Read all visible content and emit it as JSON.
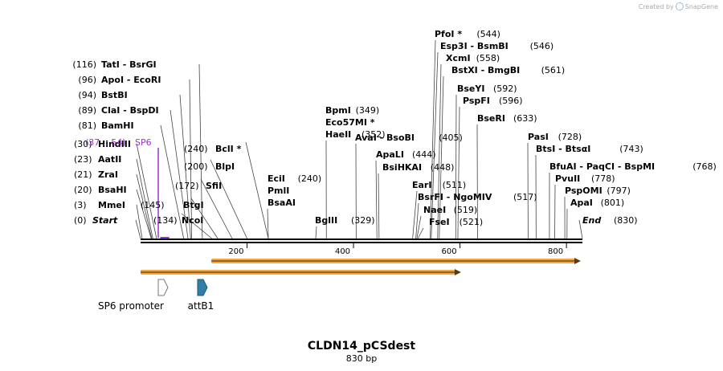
{
  "header": {
    "credit_prefix": "Created by",
    "credit_brand": "SnapGene",
    "logo_icon": "snapgene-logo-icon"
  },
  "map": {
    "name": "CLDN14_pCSdest",
    "length_label": "830 bp",
    "total_bp": 830,
    "ruler_ticks": [
      "200",
      "400",
      "600",
      "800"
    ],
    "ruler_tick_values": [
      200,
      400,
      600,
      800
    ],
    "start_label": "Start",
    "start_pos": "(0)",
    "end_label": "End",
    "end_pos": "(830)",
    "colors": {
      "text": "#000000",
      "line": "#444444",
      "primer": "#9933cc",
      "orf_fill": "#f4a640",
      "orf_outline": "#5a3a10",
      "feature_promoter": "#ffffff",
      "feature_att": "#2f7fa6"
    }
  },
  "sites": [
    {
      "bp": 3,
      "col": "left",
      "label": "MmeI",
      "pos": "(3)"
    },
    {
      "bp": 20,
      "col": "left",
      "label": "BsaHI",
      "pos": "(20)"
    },
    {
      "bp": 21,
      "col": "left",
      "label": "ZraI",
      "pos": "(21)"
    },
    {
      "bp": 23,
      "col": "left",
      "label": "AatII",
      "pos": "(23)"
    },
    {
      "bp": 30,
      "col": "left",
      "label": "HindIII",
      "pos": "(30)"
    },
    {
      "bp": 81,
      "col": "left",
      "label": "BamHI",
      "pos": "(81)"
    },
    {
      "bp": 89,
      "col": "left",
      "label": "ClaI  - BspDI",
      "pos": "(89)"
    },
    {
      "bp": 94,
      "col": "left",
      "label": "BstBI",
      "pos": "(94)"
    },
    {
      "bp": 96,
      "col": "left",
      "label": "ApoI  - EcoRI",
      "pos": "(96)"
    },
    {
      "bp": 116,
      "col": "left",
      "label": "TatI  - BsrGI",
      "pos": "(116)"
    },
    {
      "bp": 134,
      "col": "right",
      "label": "NcoI",
      "pos": "(134)"
    },
    {
      "bp": 145,
      "col": "right",
      "label": "BtgI",
      "pos": "(145)"
    },
    {
      "bp": 172,
      "col": "right",
      "label": "SfiI",
      "pos": "(172)"
    },
    {
      "bp": 200,
      "col": "right",
      "label": "BlpI",
      "pos": "(200)"
    },
    {
      "bp": 240,
      "col": "right",
      "label": "BclI *",
      "pos": "(240)"
    },
    {
      "bp": 240,
      "col": "left",
      "label": "BsaAI",
      "pos": ""
    },
    {
      "bp": 240,
      "col": "left",
      "label": "PmlI",
      "pos": ""
    },
    {
      "bp": 240,
      "col": "left",
      "label": "EciI",
      "pos": "(240)"
    },
    {
      "bp": 329,
      "col": "left",
      "label": "BglII",
      "pos": "(329)"
    },
    {
      "bp": 349,
      "col": "left",
      "label": "HaeII",
      "pos": "(352)"
    },
    {
      "bp": 349,
      "col": "left",
      "label": "Eco57MI *",
      "pos": ""
    },
    {
      "bp": 349,
      "col": "left",
      "label": "BpmI",
      "pos": "(349)"
    },
    {
      "bp": 405,
      "col": "left",
      "label": "AvaI  - BsoBI",
      "pos": "(405)"
    },
    {
      "bp": 444,
      "col": "left",
      "label": "ApaLI",
      "pos": "(444)"
    },
    {
      "bp": 448,
      "col": "left",
      "label": "BsiHKAI",
      "pos": "(448)"
    },
    {
      "bp": 511,
      "col": "left",
      "label": "EarI",
      "pos": "(511)"
    },
    {
      "bp": 517,
      "col": "left",
      "label": "BsrFI  - NgoMIV",
      "pos": "(517)"
    },
    {
      "bp": 519,
      "col": "left",
      "label": "NaeI",
      "pos": "(519)"
    },
    {
      "bp": 521,
      "col": "left",
      "label": "FseI",
      "pos": "(521)"
    },
    {
      "bp": 544,
      "col": "left",
      "label": "PfoI *",
      "pos": "(544)"
    },
    {
      "bp": 546,
      "col": "left",
      "label": "Esp3I  - BsmBI",
      "pos": "(546)"
    },
    {
      "bp": 558,
      "col": "left",
      "label": "XcmI",
      "pos": "(558)"
    },
    {
      "bp": 561,
      "col": "left",
      "label": "BstXI  - BmgBI",
      "pos": "(561)"
    },
    {
      "bp": 592,
      "col": "left",
      "label": "BseYI",
      "pos": "(592)"
    },
    {
      "bp": 596,
      "col": "left",
      "label": "PspFI",
      "pos": "(596)"
    },
    {
      "bp": 633,
      "col": "left",
      "label": "BseRI",
      "pos": "(633)"
    },
    {
      "bp": 728,
      "col": "left",
      "label": "PasI",
      "pos": "(728)"
    },
    {
      "bp": 743,
      "col": "left",
      "label": "BtsI  - BtsαI",
      "pos": "(743)"
    },
    {
      "bp": 768,
      "col": "left",
      "label": "BfuAI  - PaqCI  - BspMI",
      "pos": "(768)"
    },
    {
      "bp": 778,
      "col": "left",
      "label": "PvuII",
      "pos": "(778)"
    },
    {
      "bp": 797,
      "col": "left",
      "label": "PspOMI",
      "pos": "(797)"
    },
    {
      "bp": 801,
      "col": "left",
      "label": "ApaI",
      "pos": "(801)"
    }
  ],
  "primers": [
    {
      "label": "SP6",
      "range": "(37 .. 54)",
      "start": 37,
      "end": 54
    }
  ],
  "orfs": [
    {
      "start": 133,
      "end": 830
    },
    {
      "start": 0,
      "end": 605
    }
  ],
  "features": [
    {
      "name": "SP6 promoter",
      "type": "promoter",
      "start": 37,
      "end": 54
    },
    {
      "name": "attB1",
      "type": "att",
      "start": 108,
      "end": 129
    }
  ]
}
